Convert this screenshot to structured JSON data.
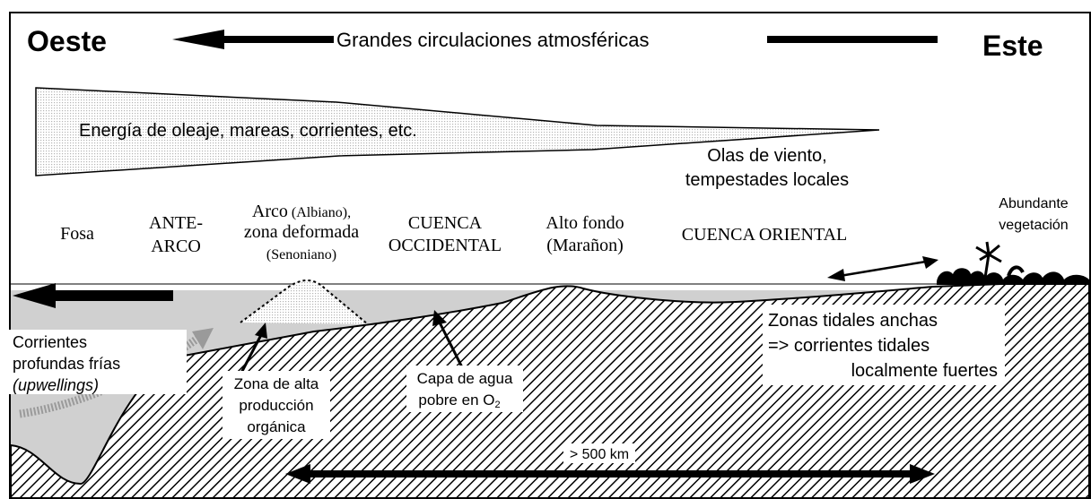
{
  "header": {
    "west": "Oeste",
    "east": "Este",
    "circulation": "Grandes circulaciones atmosféricas"
  },
  "energy": {
    "main": "Energía de oleaje, mareas, corrientes, etc.",
    "wind_line1": "Olas de viento,",
    "wind_line2": "tempestades locales"
  },
  "zones": {
    "fosa": "Fosa",
    "antearco_1": "ANTE-",
    "antearco_2": "ARCO",
    "arco_1_main": "Arco",
    "arco_1_small": "(Albiano),",
    "arco_2": "zona deformada",
    "arco_3": "(Senoniano)",
    "cuenca_occ_1": "CUENCA",
    "cuenca_occ_2": "OCCIDENTAL",
    "alto_1": "Alto fondo",
    "alto_2": "(Marañon)",
    "cuenca_ori": "CUENCA ORIENTAL",
    "veg_1": "Abundante",
    "veg_2": "vegetación"
  },
  "annotations": {
    "corr_1": "Corrientes",
    "corr_2": "profundas frías",
    "corr_3": "(upwellings)",
    "alta_1": "Zona de alta",
    "alta_2": "producción",
    "alta_3": "orgánica",
    "capa_1": "Capa de agua",
    "capa_2": "pobre en O",
    "capa_sub": "2",
    "tidal_1": "Zonas tidales anchas",
    "tidal_2": "=> corrientes tidales",
    "tidal_3": "localmente fuertes",
    "distance": "> 500 km"
  },
  "colors": {
    "ink": "#000000",
    "paper": "#ffffff",
    "water": "#c8c8c8",
    "current": "#9a9a9a"
  }
}
